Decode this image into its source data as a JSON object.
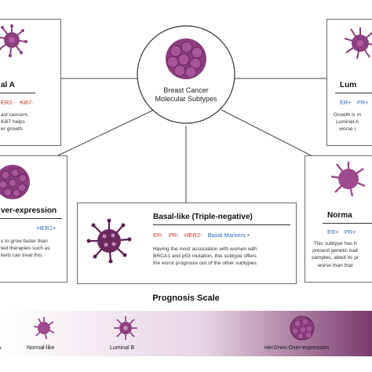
{
  "center": {
    "line1": "Breast Cancer",
    "line2": "Molecular Subtypes"
  },
  "luminal_a": {
    "title": "al A",
    "markers": [
      "ER2-",
      "Ki67-"
    ],
    "desc": "ast cancers.\nKi67 helps\ner growth."
  },
  "luminal_b": {
    "title": "Lum",
    "markers": [
      "ER+",
      "PR+"
    ],
    "desc": "Growth is m\nLuminal A\nworse i"
  },
  "her2": {
    "title": "ver-expression",
    "markers": [
      "HER2+"
    ],
    "desc": "s to grow faster than\nted therapies such as\nkerb can treat this."
  },
  "basal": {
    "title": "Basal-like (Triple-negative)",
    "markers": [
      "ER-",
      "PR-",
      "HER2-",
      "Basal Markers +"
    ],
    "desc": "Having the most association with women with\nBRCA1 and p53 mutation, this subtype offers\nthe worst prognosis out of the other subtypes."
  },
  "normal": {
    "title": "Norma",
    "markers": [
      "ER+",
      "PR+"
    ],
    "desc": "This subtype has b\npresent genetic trait\nsamples, albeit its pr\nworse than that"
  },
  "scale": {
    "title": "Prognosis Scale",
    "labels": {
      "a": "A",
      "normal": "Normal-like",
      "lumb": "Luminal B",
      "her2": "Her2/neu Over-expression"
    }
  },
  "colors": {
    "purple": "#7b2d6e",
    "light_purple": "#b25aa2"
  }
}
